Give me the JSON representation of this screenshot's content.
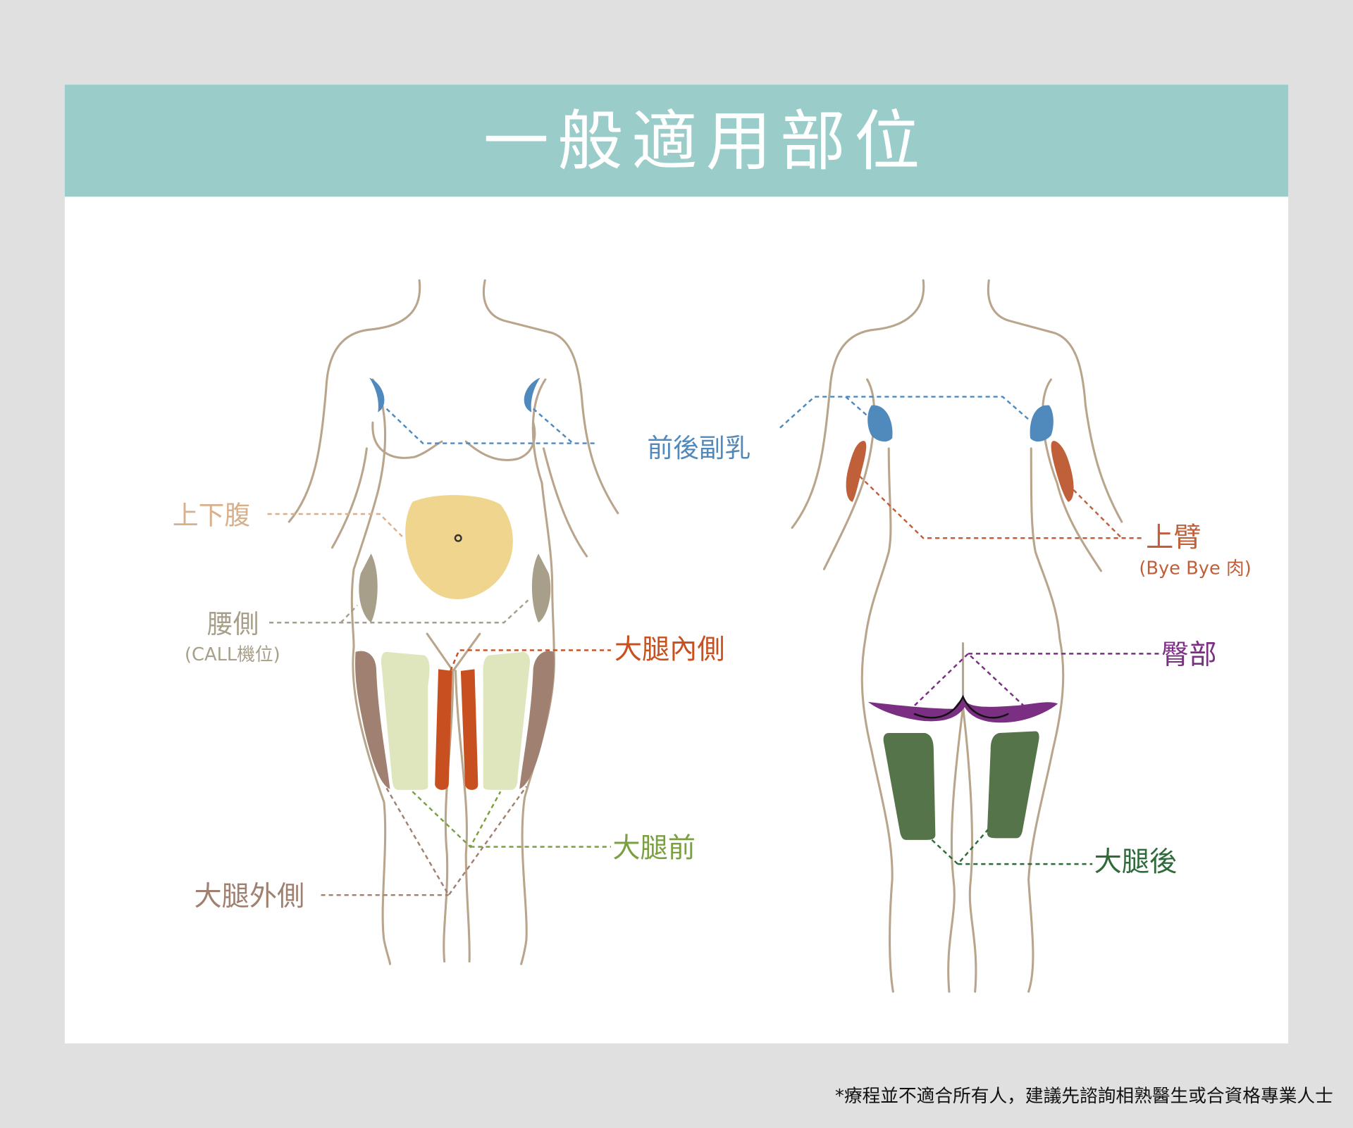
{
  "title": "一般適用部位",
  "labels": {
    "breast": "前後副乳",
    "abdomen": "上下腹",
    "waist": "腰側",
    "waist_sub": "(CALL機位)",
    "inner_thigh": "大腿內側",
    "front_thigh": "大腿前",
    "outer_thigh": "大腿外側",
    "upper_arm": "上臂",
    "upper_arm_sub": "(Bye Bye 肉)",
    "buttocks": "臀部",
    "back_thigh": "大腿後"
  },
  "footnote": "*療程並不適合所有人，建議先諮詢相熟醫生或合資格專業人士",
  "colors": {
    "header": "#9acdca",
    "breast": "#5089bc",
    "abdomen_label": "#d8b08c",
    "abdomen": "#efd58e",
    "waist": "#a89f8a",
    "outer_thigh": "#a08070",
    "inner_thigh": "#c84f1f",
    "front_thigh": "#dfe5bd",
    "front_label": "#7aa040",
    "upper_arm": "#c0603a",
    "buttocks": "#7b2f82",
    "back_thigh": "#55744a",
    "back_label": "#2f6b3a"
  }
}
